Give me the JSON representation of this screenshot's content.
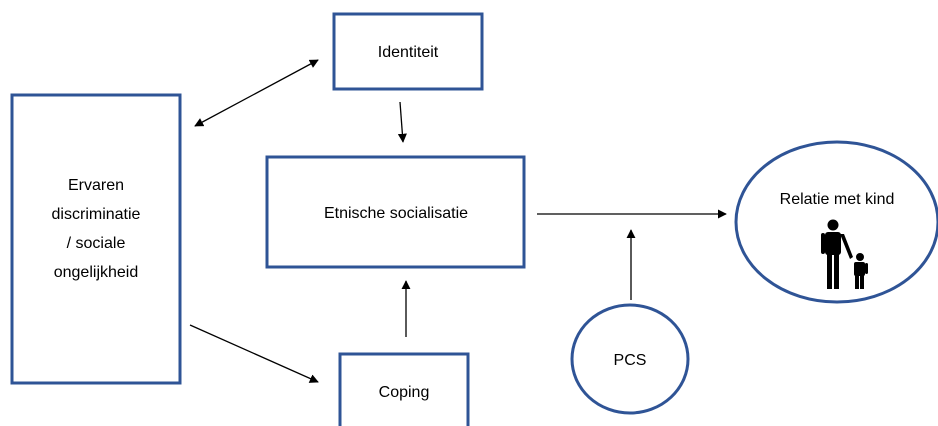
{
  "colors": {
    "box_stroke": "#2f5496",
    "arrow": "#000000",
    "text": "#000000"
  },
  "nodes": {
    "discrimination": {
      "lines": [
        "Ervaren",
        "discriminatie",
        "/ sociale",
        "ongelijkheid"
      ]
    },
    "identity": {
      "label": "Identiteit"
    },
    "ethnic_socialization": {
      "label": "Etnische socialisatie"
    },
    "coping": {
      "label": "Coping"
    },
    "pcs": {
      "label": "PCS"
    },
    "relation": {
      "label": "Relatie met kind",
      "icon": "parent-child-icon"
    }
  }
}
